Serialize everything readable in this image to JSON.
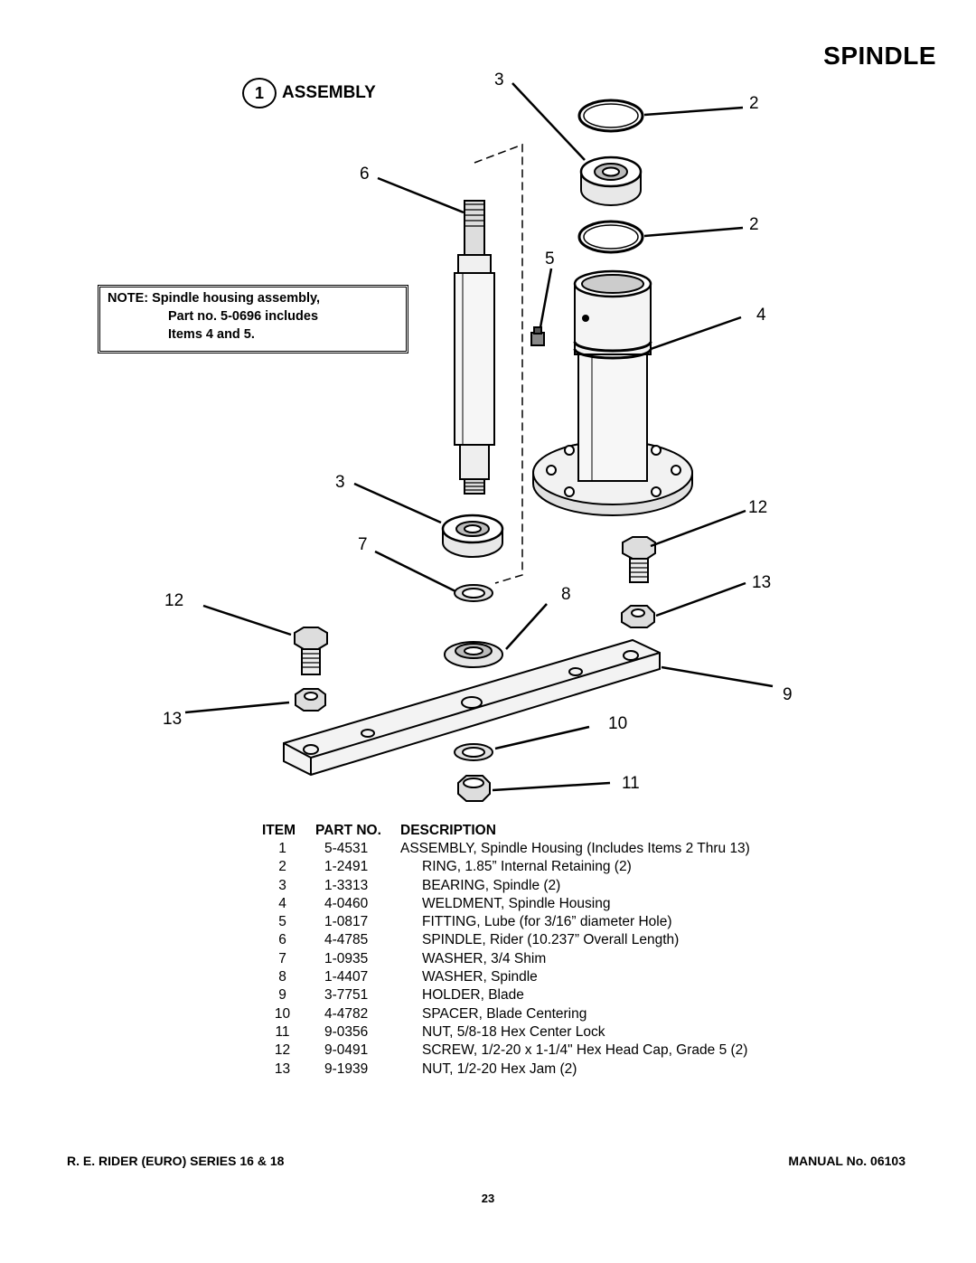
{
  "header": {
    "title": "SPINDLE"
  },
  "assembly": {
    "number": "1",
    "label": "ASSEMBLY"
  },
  "note": {
    "line1": "NOTE: Spindle housing assembly,",
    "line2": "Part no. 5-0696 includes",
    "line3": "Items 4 and 5."
  },
  "callouts": {
    "c3_top": "3",
    "c2_top": "2",
    "c6": "6",
    "c2_mid": "2",
    "c5": "5",
    "c4": "4",
    "c3_mid": "3",
    "c12_right": "12",
    "c7": "7",
    "c13_right": "13",
    "c12_left": "12",
    "c8": "8",
    "c9": "9",
    "c13_left": "13",
    "c10": "10",
    "c11": "11"
  },
  "parts_table": {
    "headers": {
      "item": "ITEM",
      "part": "PART NO.",
      "desc": "DESCRIPTION"
    },
    "rows": [
      {
        "item": "1",
        "part": "5-4531",
        "desc": "ASSEMBLY, Spindle Housing (Includes Items 2 Thru 13)"
      },
      {
        "item": "2",
        "part": "1-2491",
        "desc": "RING, 1.85” Internal Retaining (2)"
      },
      {
        "item": "3",
        "part": "1-3313",
        "desc": "BEARING, Spindle (2)"
      },
      {
        "item": "4",
        "part": "4-0460",
        "desc": "WELDMENT, Spindle Housing"
      },
      {
        "item": "5",
        "part": "1-0817",
        "desc": "FITTING, Lube (for 3/16” diameter Hole)"
      },
      {
        "item": "6",
        "part": "4-4785",
        "desc": "SPINDLE, Rider (10.237” Overall Length)"
      },
      {
        "item": "7",
        "part": "1-0935",
        "desc": "WASHER, 3/4 Shim"
      },
      {
        "item": "8",
        "part": "1-4407",
        "desc": "WASHER, Spindle"
      },
      {
        "item": "9",
        "part": "3-7751",
        "desc": "HOLDER, Blade"
      },
      {
        "item": "10",
        "part": "4-4782",
        "desc": "SPACER, Blade Centering"
      },
      {
        "item": "11",
        "part": "9-0356",
        "desc": "NUT, 5/8-18 Hex Center Lock"
      },
      {
        "item": "12",
        "part": "9-0491",
        "desc": "SCREW, 1/2-20 x 1-1/4\" Hex Head Cap, Grade 5 (2)"
      },
      {
        "item": "13",
        "part": "9-1939",
        "desc": "NUT, 1/2-20 Hex Jam (2)"
      }
    ]
  },
  "footer": {
    "left": "R. E. RIDER (EURO) SERIES 16 & 18",
    "right": "MANUAL No. 06103",
    "page": "23"
  }
}
